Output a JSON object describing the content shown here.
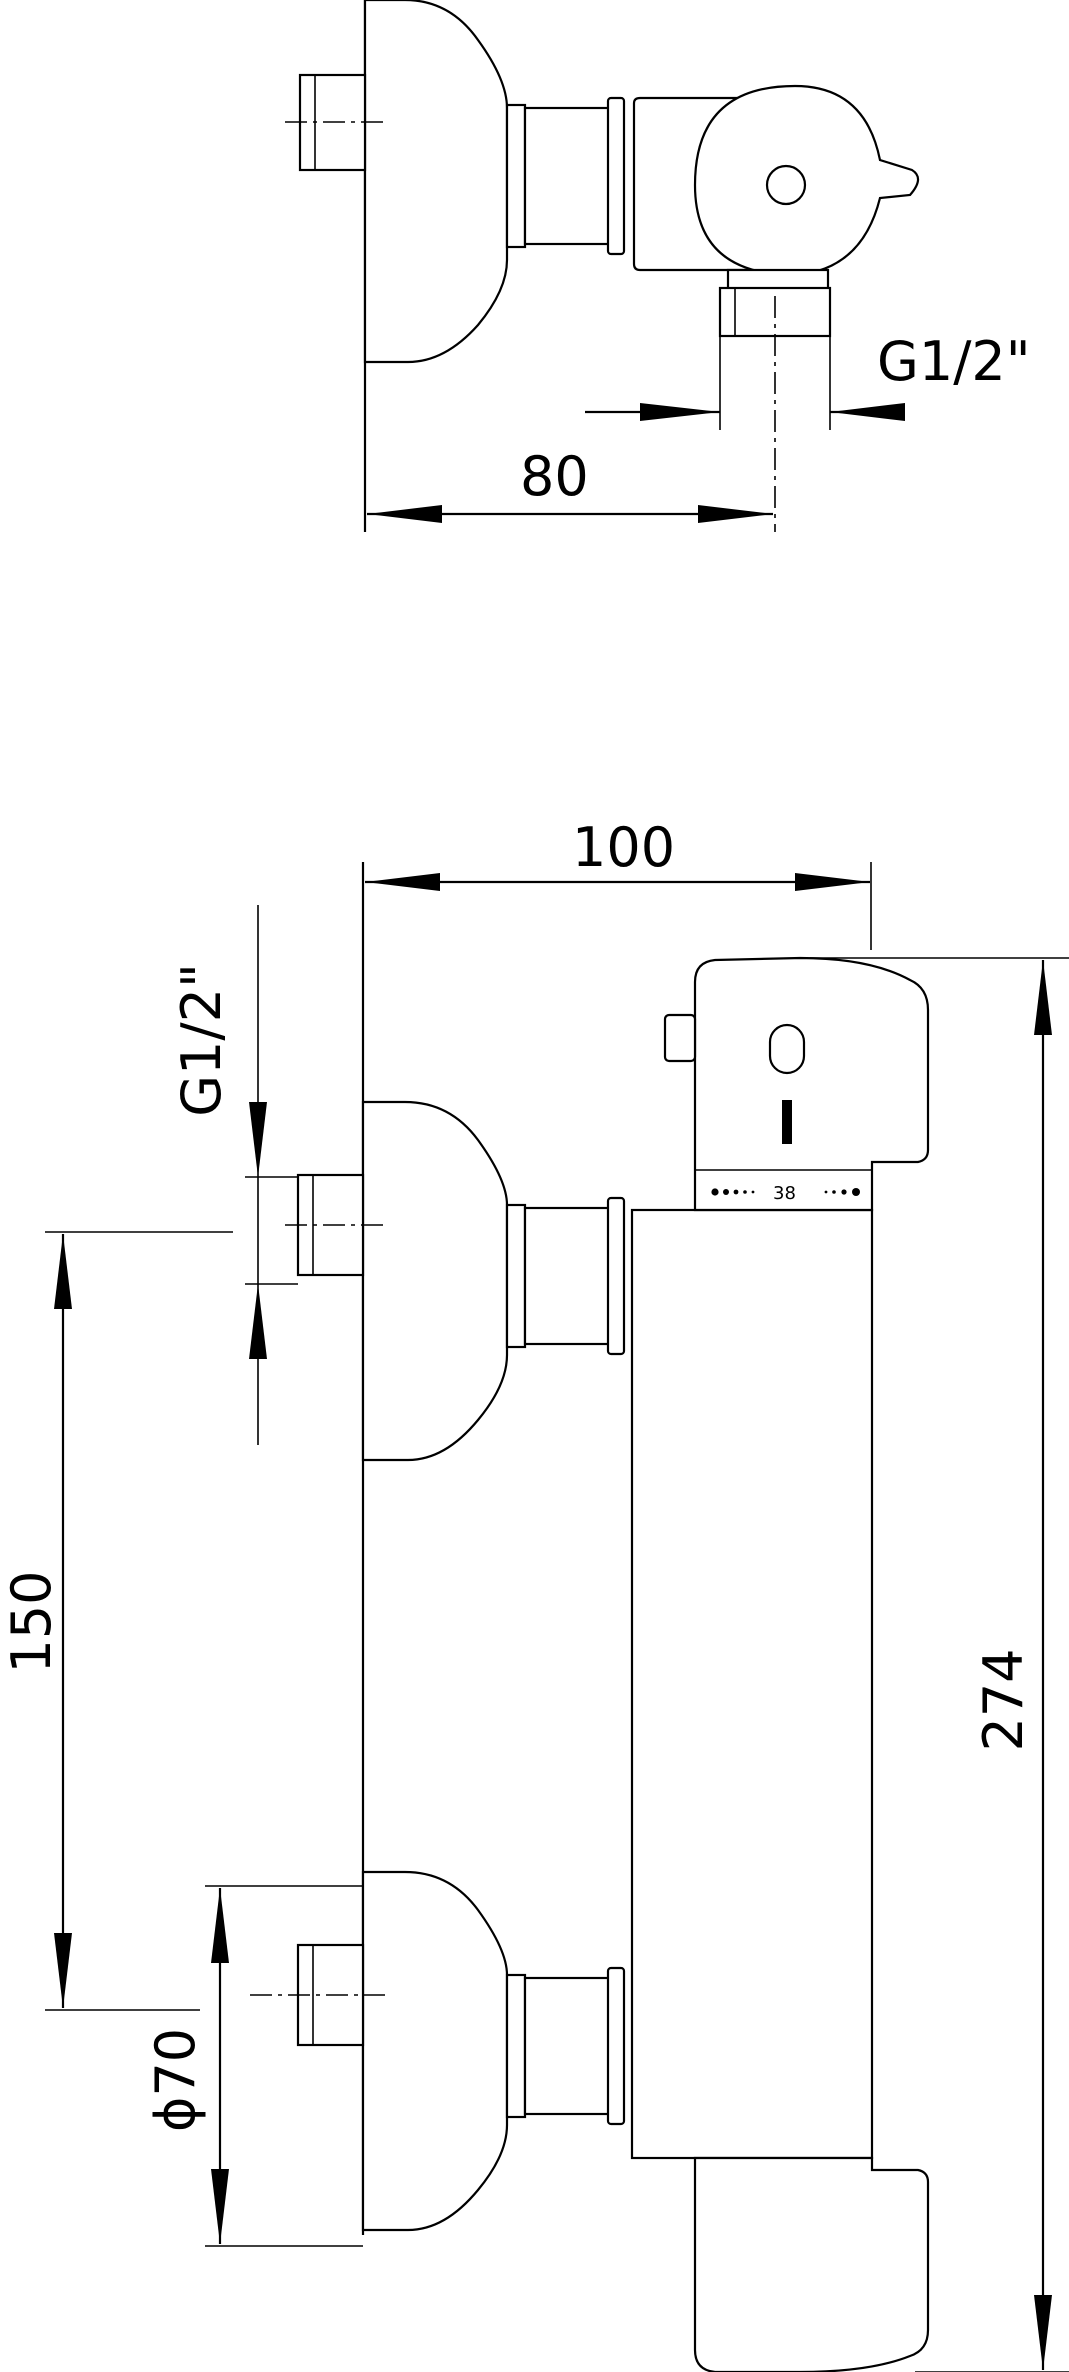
{
  "dimensions": {
    "top_width": "80",
    "top_thread": "G1/2\"",
    "overall_depth": "100",
    "side_thread": "G1/2\"",
    "inlet_spacing": "150",
    "overall_height": "274",
    "escutcheon_diameter": "ϕ70"
  },
  "dial_scale": {
    "temperature_mark": "38"
  }
}
